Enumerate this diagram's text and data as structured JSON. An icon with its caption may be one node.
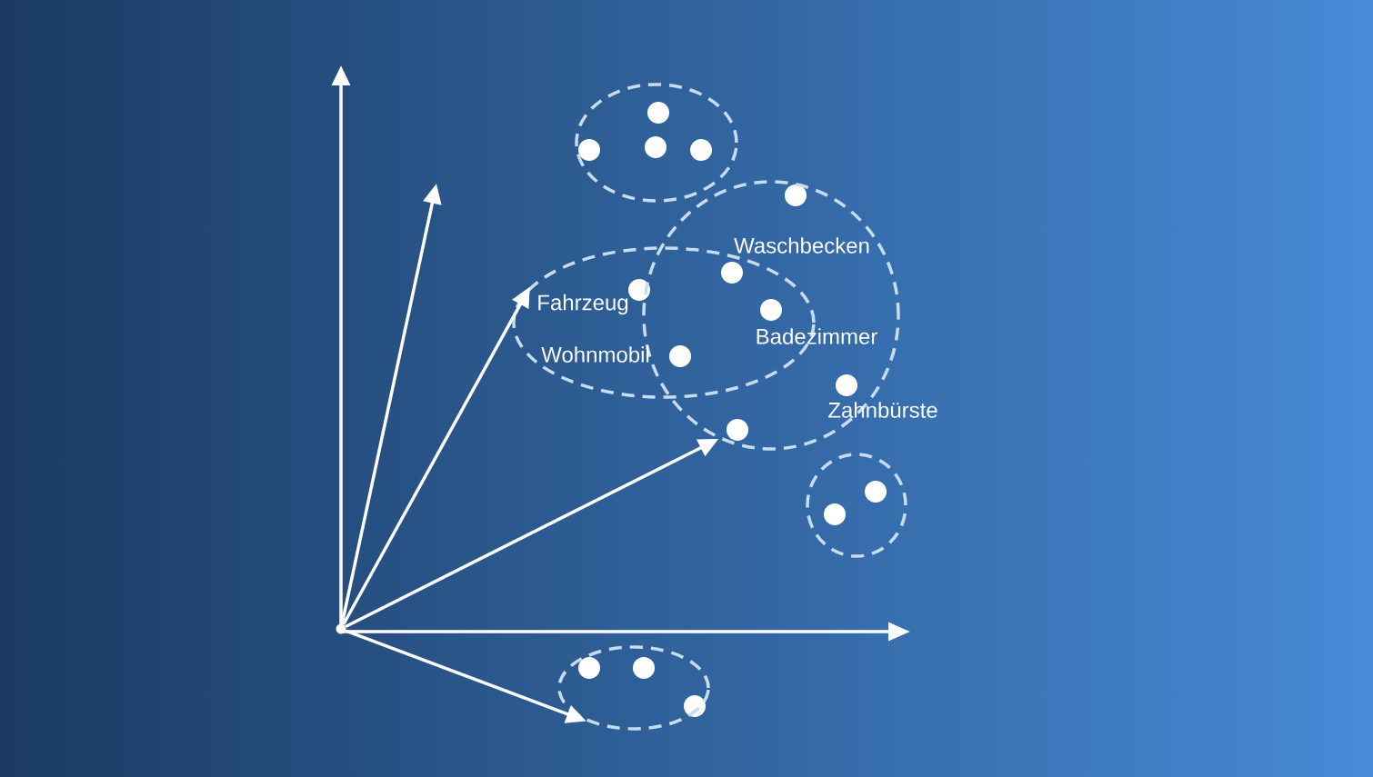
{
  "diagram": {
    "nodes": [
      {
        "text": [],
        "shape": "circle"
      },
      {
        "text": [],
        "shape": "ellipse"
      },
      {
        "text": [],
        "shape": "ellipse"
      },
      {
        "text": [],
        "shape": "ellipse"
      },
      {
        "text": [],
        "shape": "ellipse"
      },
      {
        "text": [],
        "shape": "ellipse"
      }
    ],
    "edges": [
      {
        "from": 0,
        "to": null,
        "arrow": "to"
      },
      {
        "from": 0,
        "to": 3,
        "arrow": "to"
      },
      {
        "from": 0,
        "to": 2,
        "arrow": "to"
      },
      {
        "from": 0,
        "to": 5,
        "arrow": "to"
      }
    ],
    "labels": [
      "Waschbecken",
      "Fahrzeug",
      "Wohnmobil",
      "Badezimmer",
      "Zahnbürste"
    ]
  }
}
